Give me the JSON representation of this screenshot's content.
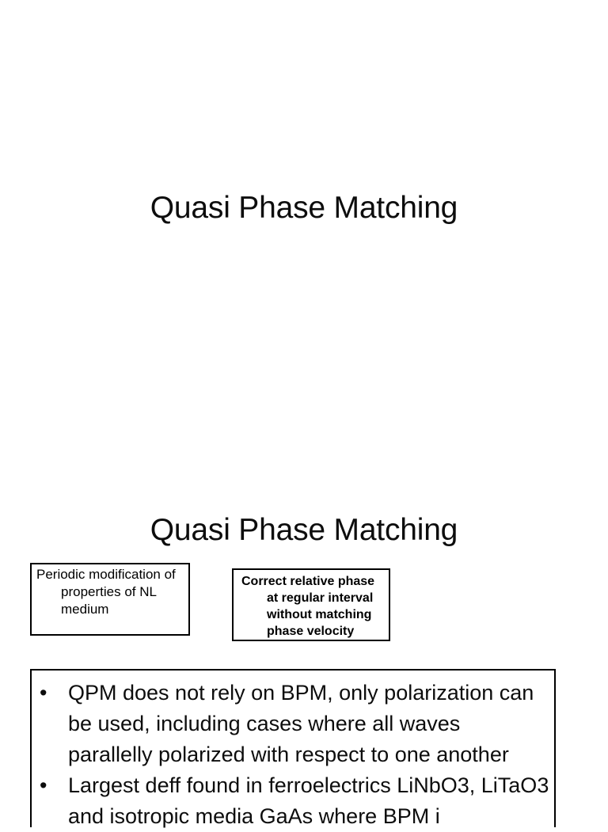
{
  "document": {
    "background_color": "#ffffff",
    "text_color": "#0d0d0d"
  },
  "slide_1": {
    "title": "Quasi Phase Matching"
  },
  "slide_2": {
    "title": "Quasi Phase Matching",
    "callouts": [
      {
        "name": "periodic-modification",
        "text": "Periodic modification of properties of NL medium",
        "bold": false
      },
      {
        "name": "correct-relative-phase",
        "text": "Correct relative phase at regular interval without matching phase velocity",
        "bold": true
      }
    ],
    "bullets": {
      "marker": "•",
      "items": [
        "QPM does not rely on BPM, only polarization can be used, including cases where all waves parallelly polarized with respect to one another",
        "Largest deff found in ferroelectrics LiNbO3, LiTaO3 and isotropic media GaAs where BPM i"
      ]
    }
  }
}
